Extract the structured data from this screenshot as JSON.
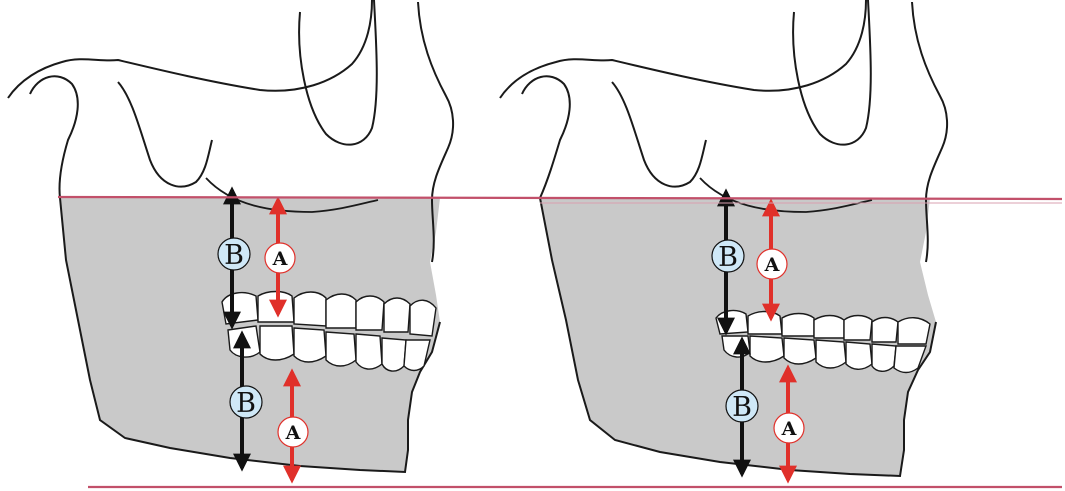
{
  "colors": {
    "background": "#ffffff",
    "shaded_region": "#c9c9c9",
    "outline": "#1a1a1a",
    "reference_line": "#c2506a",
    "arrow_a": "#e0302a",
    "arrow_b": "#111111",
    "circle_b_fill": "#cfe8f7",
    "circle_a_fill": "#ffffff"
  },
  "panels": [
    {
      "name": "left-panel",
      "labels": {
        "upper_b": "B",
        "upper_a": "A",
        "lower_b": "B",
        "lower_a": "A"
      }
    },
    {
      "name": "right-panel",
      "labels": {
        "upper_b": "B",
        "upper_a": "A",
        "lower_b": "B",
        "lower_a": "A"
      }
    }
  ]
}
